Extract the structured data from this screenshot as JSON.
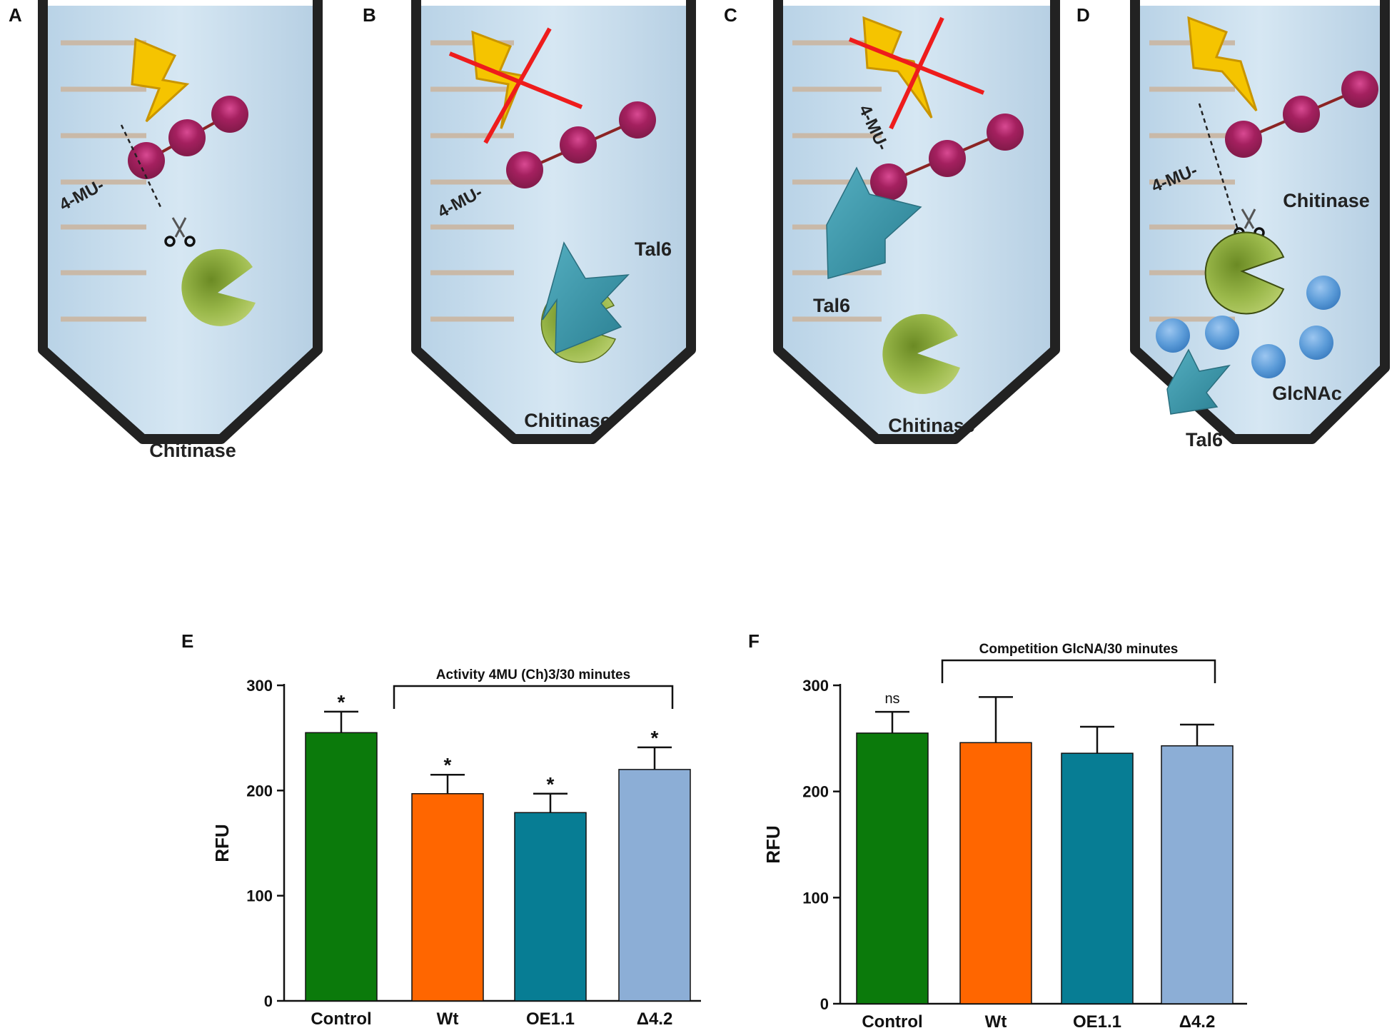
{
  "panels": {
    "A": {
      "letter": "A",
      "label_4mu": "4-MU-",
      "label_chitinase": "Chitinase"
    },
    "B": {
      "letter": "B",
      "label_4mu": "4-MU-",
      "label_tal6": "Tal6",
      "label_chitinase": "Chitinase"
    },
    "C": {
      "letter": "C",
      "label_4mu": "4-MU-",
      "label_tal6": "Tal6",
      "label_chitinase": "Chitinase"
    },
    "D": {
      "letter": "D",
      "label_4mu": "4-MU-",
      "label_chitinase": "Chitinase",
      "label_glcnac": "GlcNAc",
      "label_tal6": "Tal6"
    },
    "E": {
      "letter": "E"
    },
    "F": {
      "letter": "F"
    }
  },
  "colors": {
    "control": "#0b7a0b",
    "wt": "#ff6600",
    "oe": "#077d94",
    "delta": "#8caed6",
    "sugar": "#b0246e",
    "chitinase": "#8caa3c",
    "tal6": "#3a95a8",
    "lightning": "#f5c400",
    "cross": "#ee1c1c",
    "glcnac": "#5b9bd8"
  },
  "icons": [
    "lightning-icon",
    "scissors-icon",
    "chitinase-pacman-icon",
    "tal6-arrow-icon",
    "sugar-bead-icon",
    "glcnac-bead-icon"
  ],
  "chart_data": [
    {
      "id": "E",
      "type": "bar",
      "title": "Activity 4MU (Ch)3/30 minutes",
      "xlabel": "",
      "ylabel": "RFU",
      "ylim": [
        0,
        300
      ],
      "yticks": [
        "0",
        "100",
        "200",
        "300"
      ],
      "categories": [
        "Control",
        "Wt",
        "OE1.1",
        "Δ4.2"
      ],
      "values": [
        255,
        197,
        179,
        220
      ],
      "errors": [
        20,
        18,
        18,
        21
      ],
      "annotations": [
        "*",
        "*",
        "*",
        "*"
      ],
      "bracket_span": [
        "Wt",
        "Δ4.2"
      ]
    },
    {
      "id": "F",
      "type": "bar",
      "title": "Competition GlcNA/30 minutes",
      "xlabel": "",
      "ylabel": "RFU",
      "ylim": [
        0,
        300
      ],
      "yticks": [
        "0",
        "100",
        "200",
        "300"
      ],
      "categories": [
        "Control",
        "Wt",
        "OE1.1",
        "Δ4.2"
      ],
      "values": [
        255,
        246,
        236,
        243
      ],
      "errors": [
        20,
        43,
        25,
        20
      ],
      "annotations": [
        "ns",
        "",
        "",
        ""
      ],
      "bracket_span": [
        "Wt",
        "Δ4.2"
      ]
    }
  ]
}
